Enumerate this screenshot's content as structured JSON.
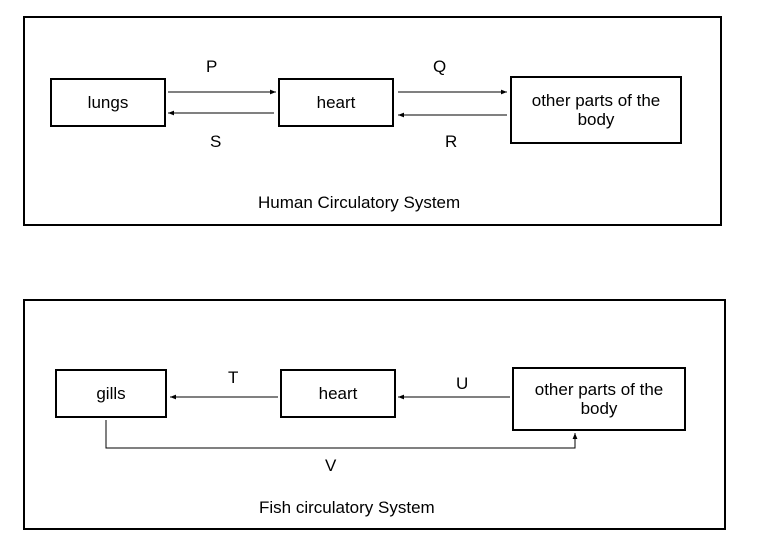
{
  "human": {
    "caption": "Human Circulatory System",
    "nodes": {
      "lungs": "lungs",
      "heart": "heart",
      "body": "other parts of the body"
    },
    "arrows": {
      "p": "P",
      "q": "Q",
      "r": "R",
      "s": "S"
    }
  },
  "fish": {
    "caption": "Fish circulatory System",
    "nodes": {
      "gills": "gills",
      "heart": "heart",
      "body": "other parts of the body"
    },
    "arrows": {
      "t": "T",
      "u": "U",
      "v": "V"
    }
  }
}
